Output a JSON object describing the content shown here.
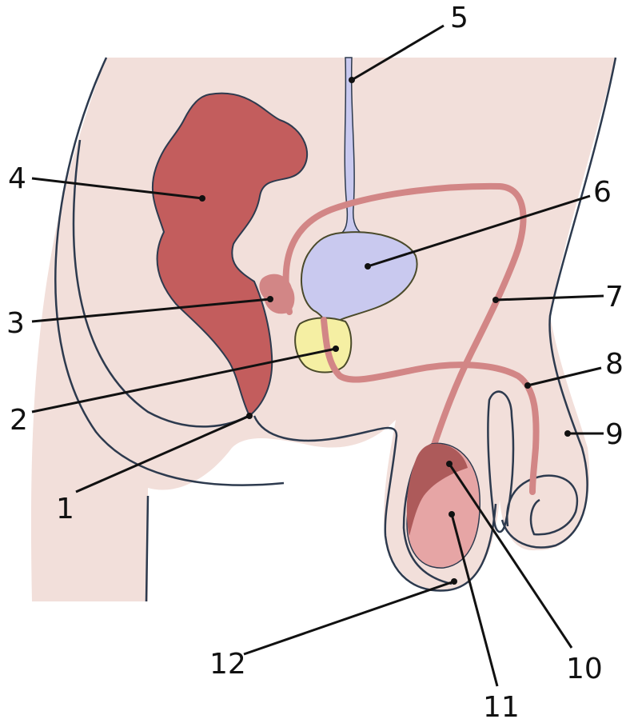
{
  "colors": {
    "skin": "#f2dfda",
    "outline": "#2d3a4e",
    "rectum": "#c35d5d",
    "bladder": "#c9c9ef",
    "prostate": "#f5efa3",
    "duct": "#d28686",
    "testis": "#e6a5a5",
    "epididymis": "#ad5a5a",
    "label": "#111111"
  },
  "labels": [
    "1",
    "2",
    "3",
    "4",
    "5",
    "6",
    "7",
    "8",
    "9",
    "10",
    "11",
    "12"
  ]
}
